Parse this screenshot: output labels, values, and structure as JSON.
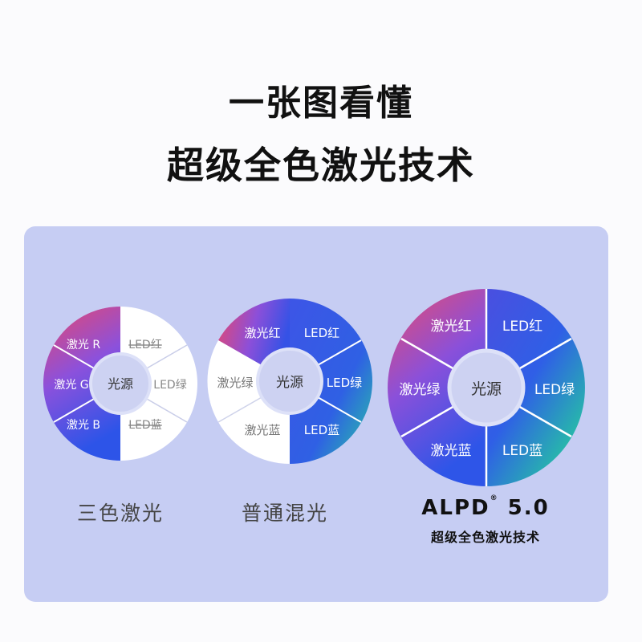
{
  "header": {
    "line1": "一张图看懂",
    "line2": "超级全色激光技术"
  },
  "center_label": "光源",
  "wheels": [
    {
      "caption": "三色激光",
      "segments": [
        "激光 R",
        "LED红",
        "激光 G",
        "LED绿",
        "激光 B",
        "LED蓝"
      ]
    },
    {
      "caption": "普通混光",
      "segments": [
        "激光红",
        "LED红",
        "激光绿",
        "LED绿",
        "激光蓝",
        "LED蓝"
      ]
    },
    {
      "brand": "ALPD",
      "brand_mark": "®",
      "brand_version": "5.0",
      "caption": "超级全色激光技术",
      "segments": [
        "激光红",
        "LED红",
        "激光绿",
        "LED绿",
        "激光蓝",
        "LED蓝"
      ]
    }
  ],
  "colors": {
    "panel": "#c6cdf3",
    "laser_gradient": [
      "#ea4b6e",
      "#8c4fd9",
      "#2f52e6"
    ],
    "led_gradient": [
      "#3b5ae8",
      "#2f5fe3",
      "#22d39a"
    ]
  }
}
